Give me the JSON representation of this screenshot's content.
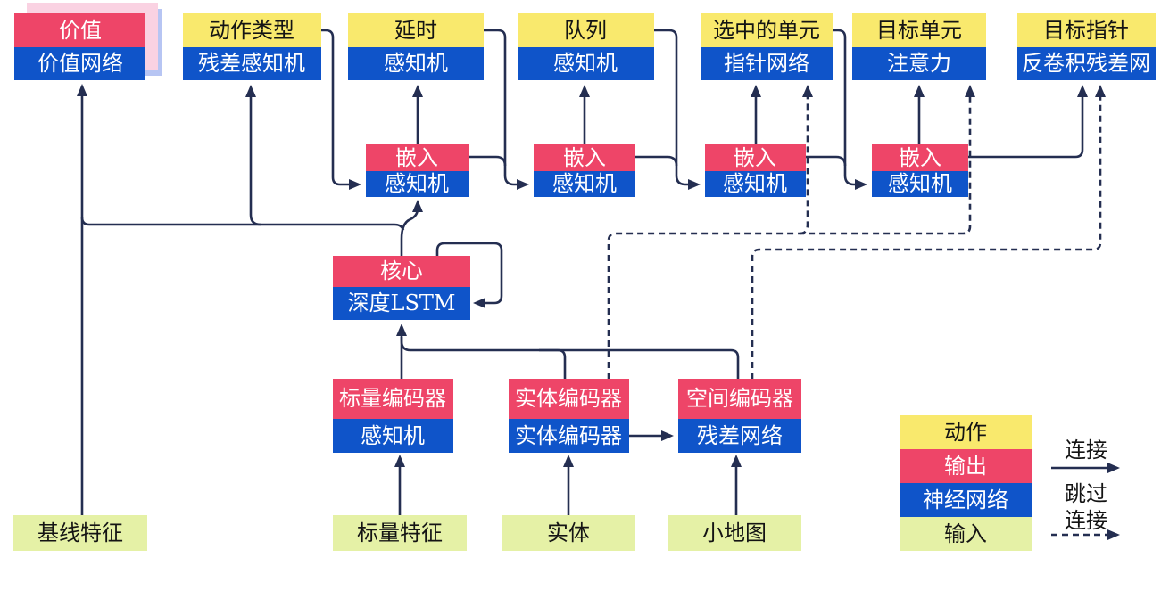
{
  "diagram": {
    "top_row": {
      "value": {
        "header": "价值",
        "body": "价值网络"
      },
      "action_type": {
        "header": "动作类型",
        "body": "残差感知机"
      },
      "delay": {
        "header": "延时",
        "body": "感知机"
      },
      "queue": {
        "header": "队列",
        "body": "感知机"
      },
      "selected_units": {
        "header": "选中的单元",
        "body": "指针网络"
      },
      "target_unit": {
        "header": "目标单元",
        "body": "注意力"
      },
      "target_pointer": {
        "header": "目标指针",
        "body": "反卷积残差网"
      }
    },
    "embed_row": {
      "embed1": {
        "header": "嵌入",
        "body": "感知机"
      },
      "embed2": {
        "header": "嵌入",
        "body": "感知机"
      },
      "embed3": {
        "header": "嵌入",
        "body": "感知机"
      },
      "embed4": {
        "header": "嵌入",
        "body": "感知机"
      }
    },
    "core": {
      "header": "核心",
      "body": "深度LSTM"
    },
    "encoders": {
      "scalar": {
        "header": "标量编码器",
        "body": "感知机"
      },
      "entity": {
        "header": "实体编码器",
        "body": "实体编码器"
      },
      "spatial": {
        "header": "空间编码器",
        "body": "残差网络"
      }
    },
    "inputs": {
      "baseline": "基线特征",
      "scalar": "标量特征",
      "entities": "实体",
      "minimap": "小地图"
    },
    "legend": {
      "action": "动作",
      "output": "输出",
      "neural_network": "神经网络",
      "input": "输入",
      "connection": "连接",
      "skip_line1": "跳过",
      "skip_line2": "连接"
    },
    "colors": {
      "action_yellow": "#f9e96d",
      "output_pink": "#ee4568",
      "network_blue": "#0f54c9",
      "input_green": "#e5f1a6",
      "connector_navy": "#242e51",
      "value_shadow_pink": "#fad2e2",
      "value_shadow_blue": "#b7c5f3"
    }
  }
}
